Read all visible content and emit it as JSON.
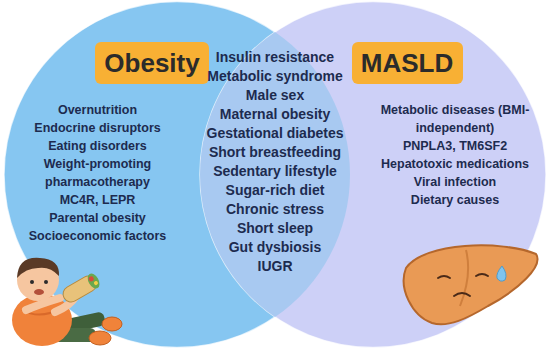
{
  "diagram": {
    "nodes": [
      {
        "text": [
          "Overnutrition",
          "Endocrine disruptors",
          "Eating disorders",
          "Weight-promoting pharmacotherapy",
          "MC4R, LEPR",
          "Parental obesity",
          "Socioeconomic factors"
        ]
      },
      {
        "text": [
          "Obesity"
        ],
        "in": 0
      },
      {
        "text": [
          "Metabolic diseases (BMI-independent)",
          "PNPLA3, TM6SF2",
          "Hepatotoxic medications",
          "Viral infection",
          "Dietary causes"
        ]
      },
      {
        "text": [
          "MASLD"
        ],
        "in": 2
      },
      {
        "text": [
          "Insulin resistance",
          "Metabolic syndrome",
          "Male sex",
          "Maternal obesity",
          "Gestational diabetes",
          "Short breastfeeding",
          "Sedentary lifestyle",
          "Sugar-rich diet",
          "Chronic stress",
          "Short sleep",
          "Gut dysbiosis",
          "IUGR"
        ]
      }
    ]
  }
}
